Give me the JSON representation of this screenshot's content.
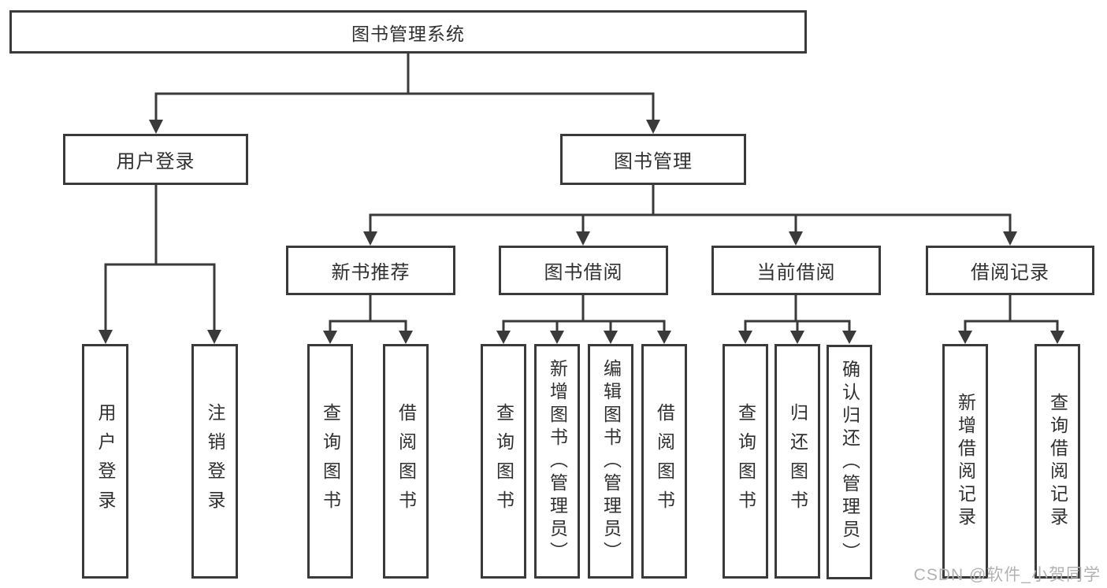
{
  "colors": {
    "line": "#3a3a3a",
    "box_border": "#3a3a3a",
    "text": "#303030",
    "background": "#ffffff",
    "watermark": "#b2b2b2"
  },
  "watermark": "CSDN @软件_小贺同学",
  "tree": {
    "label": "图书管理系统",
    "children": [
      {
        "label": "用户登录",
        "children": [
          {
            "label": "用户登录"
          },
          {
            "label": "注销登录"
          }
        ]
      },
      {
        "label": "图书管理",
        "children": [
          {
            "label": "新书推荐",
            "children": [
              {
                "label": "查询图书"
              },
              {
                "label": "借阅图书"
              }
            ]
          },
          {
            "label": "图书借阅",
            "children": [
              {
                "label": "查询图书"
              },
              {
                "label": "新增图书（管理员）"
              },
              {
                "label": "编辑图书（管理员）"
              },
              {
                "label": "借阅图书"
              }
            ]
          },
          {
            "label": "当前借阅",
            "children": [
              {
                "label": "查询图书"
              },
              {
                "label": "归还图书"
              },
              {
                "label": "确认归还（管理员）"
              }
            ]
          },
          {
            "label": "借阅记录",
            "children": [
              {
                "label": "新增借阅记录"
              },
              {
                "label": "查询借阅记录"
              }
            ]
          }
        ]
      }
    ]
  }
}
